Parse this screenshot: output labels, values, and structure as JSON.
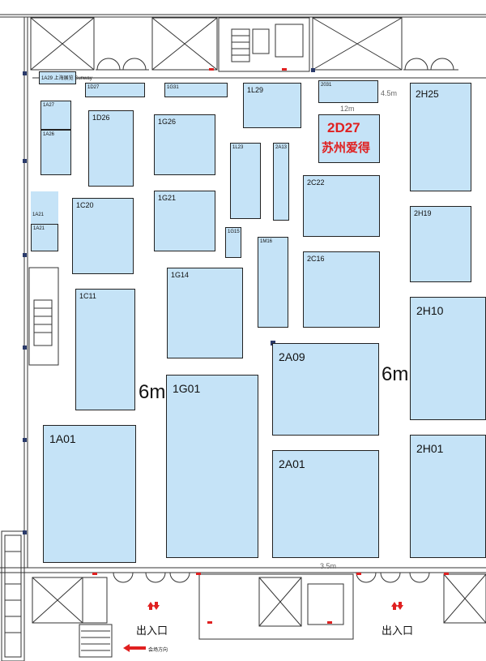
{
  "booths": [
    {
      "id": "1A29",
      "label": "1A29 上海展览 Sunway"
    },
    {
      "id": "1D27",
      "label": "1D27"
    },
    {
      "id": "1G31",
      "label": "1G31"
    },
    {
      "id": "1L29",
      "label": "1L29"
    },
    {
      "id": "2031",
      "label": "2031"
    },
    {
      "id": "2H25",
      "label": "2H25"
    },
    {
      "id": "1A27",
      "label": "1A27"
    },
    {
      "id": "1A26",
      "label": "1A26"
    },
    {
      "id": "1D26",
      "label": "1D26"
    },
    {
      "id": "1G26",
      "label": "1G26"
    },
    {
      "id": "2D27",
      "label": ""
    },
    {
      "id": "1L23",
      "label": "1L23"
    },
    {
      "id": "2A13",
      "label": "2A13"
    },
    {
      "id": "2C22",
      "label": "2C22"
    },
    {
      "id": "1A21a",
      "label": "1A21"
    },
    {
      "id": "1A21b",
      "label": "1A21"
    },
    {
      "id": "1C20",
      "label": "1C20"
    },
    {
      "id": "1G21",
      "label": "1G21"
    },
    {
      "id": "2H19",
      "label": "2H19"
    },
    {
      "id": "1G15",
      "label": "1G15"
    },
    {
      "id": "1M16",
      "label": "1M16"
    },
    {
      "id": "2C16",
      "label": "2C16"
    },
    {
      "id": "1C11",
      "label": "1C11"
    },
    {
      "id": "1G14",
      "label": "1G14"
    },
    {
      "id": "2H10",
      "label": "2H10"
    },
    {
      "id": "2A09",
      "label": "2A09"
    },
    {
      "id": "1G01",
      "label": "1G01"
    },
    {
      "id": "1A01",
      "label": "1A01"
    },
    {
      "id": "2A01",
      "label": "2A01"
    },
    {
      "id": "2H01",
      "label": "2H01"
    }
  ],
  "featured": {
    "code": "2D27",
    "name": "苏州爱得"
  },
  "dimensions": {
    "width_top": "4.5m",
    "span_top": "12m",
    "width_bottom": "3.5m"
  },
  "aisles": {
    "left": "6m",
    "right": "6m"
  },
  "entrances": {
    "left": "出入口",
    "right": "出入口"
  },
  "direction": "会场方向",
  "colors": {
    "booth_fill": "#c5e3f7",
    "highlight_text": "#e02020",
    "entrance_arrow": "#e02020"
  }
}
